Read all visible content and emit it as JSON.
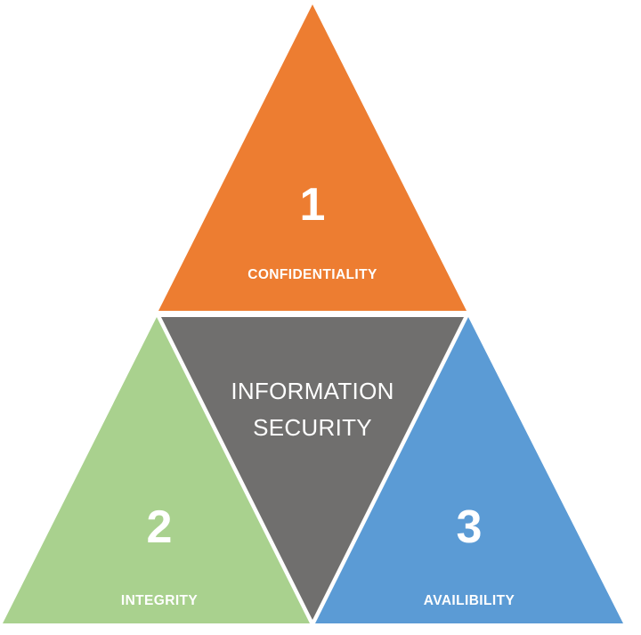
{
  "diagram": {
    "type": "triangle-triad",
    "title": "INFORMATION SECURITY",
    "background_color": "#FFFFFF",
    "gap_color": "#FFFFFF",
    "center": {
      "name": "information-security",
      "line1": "INFORMATION",
      "line2": "SECURITY",
      "color": "#706F6E",
      "text_color": "#FFFFFF"
    },
    "segments": [
      {
        "id": "confidentiality",
        "number": "1",
        "label": "CONFIDENTIALITY",
        "color": "#ED7D31",
        "text_color": "#FFFFFF",
        "position": "top"
      },
      {
        "id": "integrity",
        "number": "2",
        "label": "INTEGRITY",
        "color": "#A9D18E",
        "text_color": "#FFFFFF",
        "position": "bottom-left"
      },
      {
        "id": "availability",
        "number": "3",
        "label": "AVAILIBILITY",
        "color": "#5B9BD5",
        "text_color": "#FFFFFF",
        "position": "bottom-right"
      }
    ]
  }
}
